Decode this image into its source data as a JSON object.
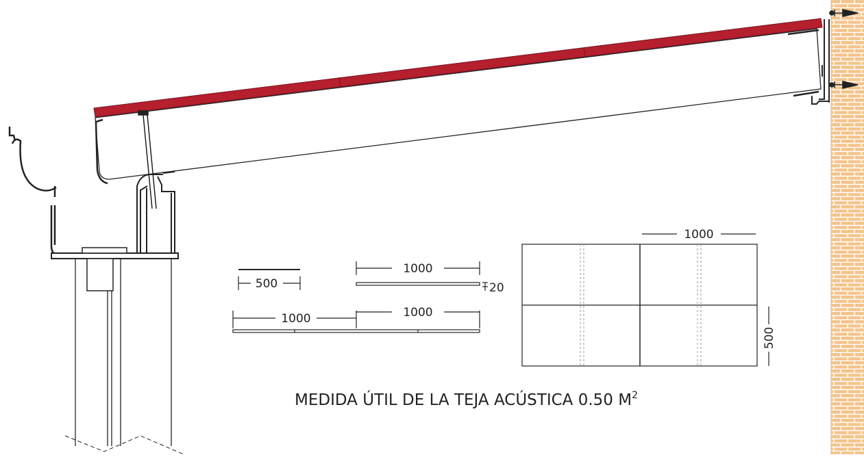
{
  "colors": {
    "roof_tile": "#b51f2e",
    "brick": "#f4c48a",
    "mortar": "#ffffff",
    "line": "#222222"
  },
  "dimensions": {
    "piece_500": "500",
    "piece_1000_top": "1000",
    "thickness_20": "20",
    "joined_left_1000": "1000",
    "joined_right_1000": "1000",
    "panel_width_1000": "1000",
    "panel_height_500": "500"
  },
  "caption": {
    "text": "MEDIDA ÚTIL DE LA TEJA ACÚSTICA 0.50 M",
    "superscript": "2"
  }
}
